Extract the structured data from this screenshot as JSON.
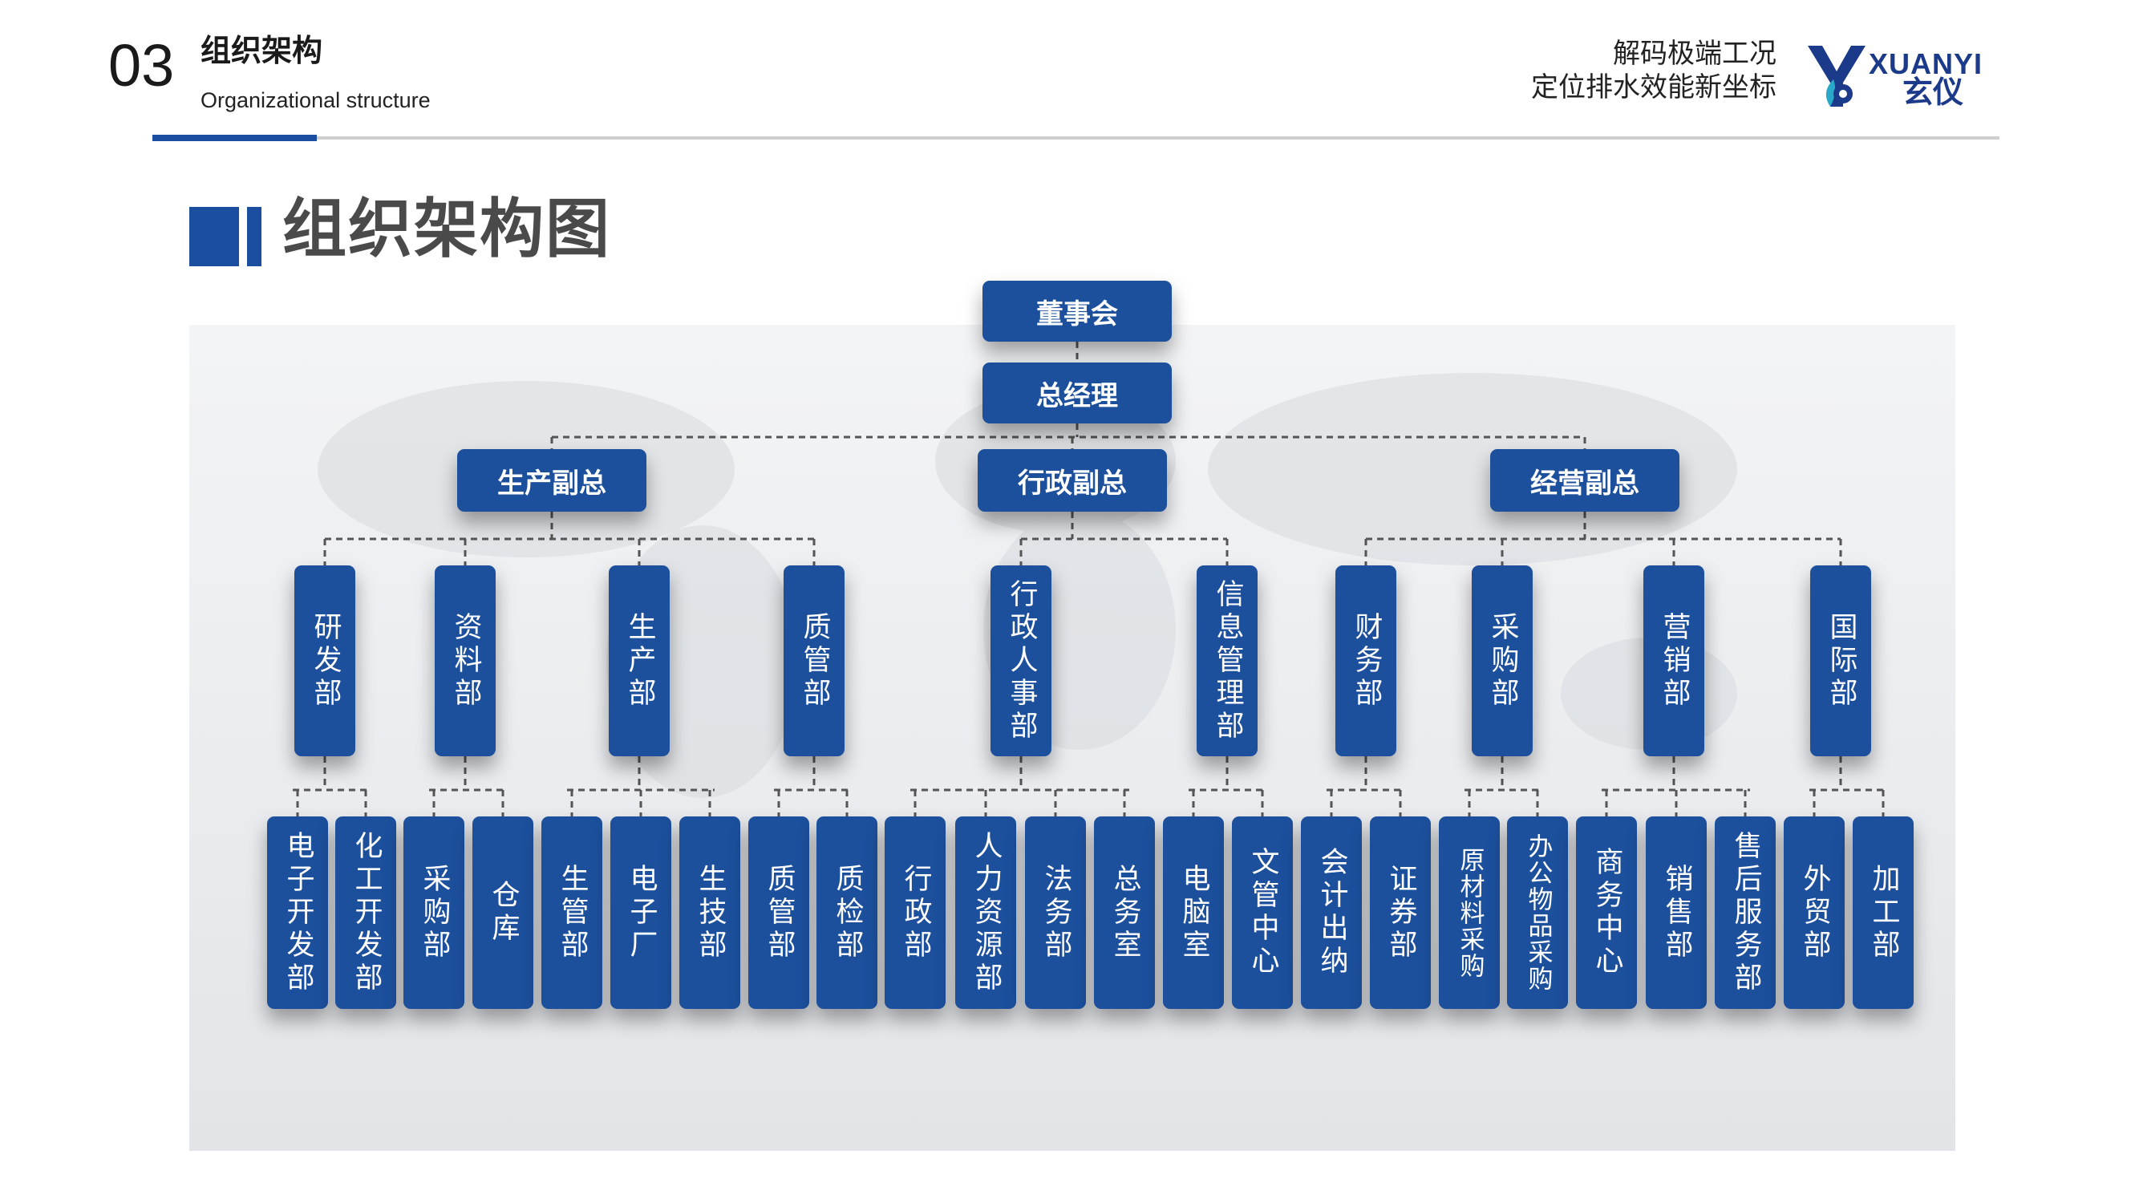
{
  "header": {
    "section_number": "03",
    "section_title": "组织架构",
    "section_subtitle": "Organizational structure",
    "slogan_line1": "解码极端工况",
    "slogan_line2": "定位排水效能新坐标",
    "logo_text_en": "XUANYI",
    "logo_text_zh": "玄仪",
    "accent_color": "#1c4ea0"
  },
  "main_title": "组织架构图",
  "org": {
    "board": "董事会",
    "gm": "总经理",
    "vps": [
      {
        "name": "生产副总",
        "departments": [
          {
            "name": "研发部",
            "subs": [
              "电子开发部",
              "化工开发部"
            ]
          },
          {
            "name": "资料部",
            "subs": [
              "采购部",
              "仓库"
            ]
          },
          {
            "name": "生产部",
            "subs": [
              "生管部",
              "电子厂",
              "生技部"
            ]
          },
          {
            "name": "质管部",
            "subs": [
              "质管部",
              "质检部"
            ]
          }
        ]
      },
      {
        "name": "行政副总",
        "departments": [
          {
            "name": "行政人事部",
            "subs": [
              "行政部",
              "人力资源部",
              "法务部",
              "总务室"
            ]
          },
          {
            "name": "信息管理部",
            "subs": [
              "电脑室",
              "文管中心"
            ]
          }
        ]
      },
      {
        "name": "经营副总",
        "departments": [
          {
            "name": "财务部",
            "subs": [
              "会计出纳",
              "证券部"
            ]
          },
          {
            "name": "采购部",
            "subs": [
              "原材料采购",
              "办公物品采购"
            ]
          },
          {
            "name": "营销部",
            "subs": [
              "商务中心",
              "销售部",
              "售后服务部"
            ]
          },
          {
            "name": "国际部",
            "subs": [
              "外贸部",
              "加工部"
            ]
          }
        ]
      }
    ]
  }
}
